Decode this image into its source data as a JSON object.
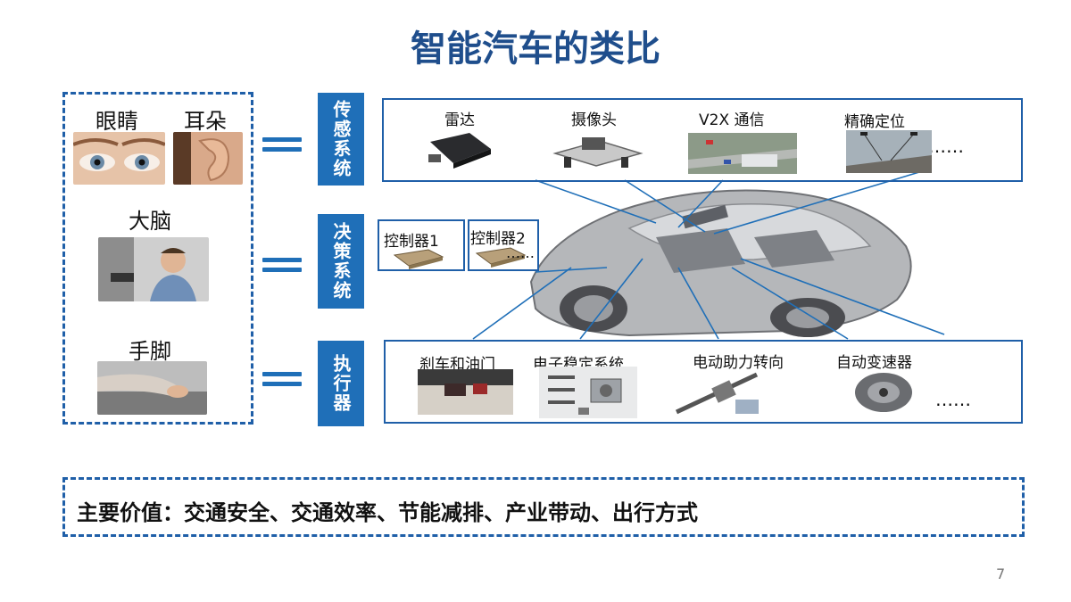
{
  "title": "智能汽车的类比",
  "human": {
    "eyes": "眼睛",
    "ears": "耳朵",
    "brain": "大脑",
    "limbs": "手脚"
  },
  "systems": {
    "sensing": "传感系统",
    "decision": "决策系统",
    "actuation": "执行器"
  },
  "sensors": {
    "radar": "雷达",
    "camera": "摄像头",
    "v2x": "V2X 通信",
    "positioning": "精确定位",
    "more": "……"
  },
  "controllers": {
    "c1": "控制器1",
    "c2": "控制器2",
    "more": "……"
  },
  "actuators": {
    "brake": "刹车和油门",
    "esc": "电子稳定系统",
    "eps": "电动助力转向",
    "gearbox": "自动变速器",
    "more": "……"
  },
  "value_statement": "主要价值：交通安全、交通效率、节能减排、产业带动、出行方式",
  "page_number": "7",
  "colors": {
    "accent": "#1f6fb8",
    "title": "#1f4e8c"
  }
}
